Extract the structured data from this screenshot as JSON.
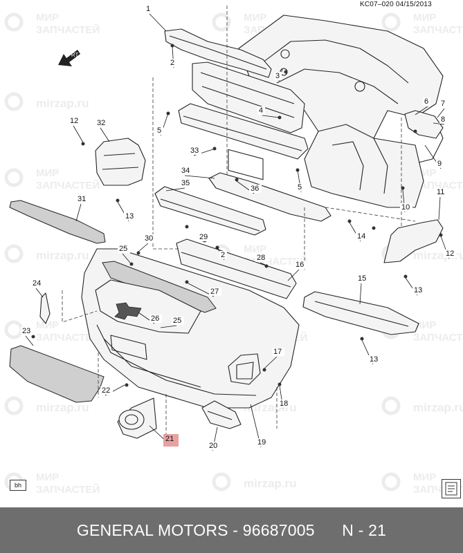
{
  "header": {
    "code": "KC07–020  04/15/2013"
  },
  "watermark": {
    "line1": "МИР",
    "line2": "ЗАПЧАСТЕЙ",
    "site": "mirzap.ru"
  },
  "front_label": "FRT",
  "callouts": [
    "1",
    "2",
    "3",
    "4",
    "5",
    "6",
    "7",
    "8",
    "9",
    "10",
    "11",
    "12",
    "13",
    "14",
    "15",
    "16",
    "17",
    "18",
    "19",
    "20",
    "21",
    "22",
    "23",
    "24",
    "25",
    "26",
    "27",
    "28",
    "29",
    "30",
    "31",
    "32",
    "33",
    "34",
    "35",
    "36"
  ],
  "highlighted_callout": "21",
  "corner_label": "bh",
  "footer": {
    "brand": "GENERAL MOTORS",
    "separator": " - ",
    "part_number": "96687005",
    "position": "N - 21"
  },
  "colors": {
    "footer_bg": "#6e6e6e",
    "highlight": "#e8a0a0",
    "watermark": "#ececec"
  }
}
